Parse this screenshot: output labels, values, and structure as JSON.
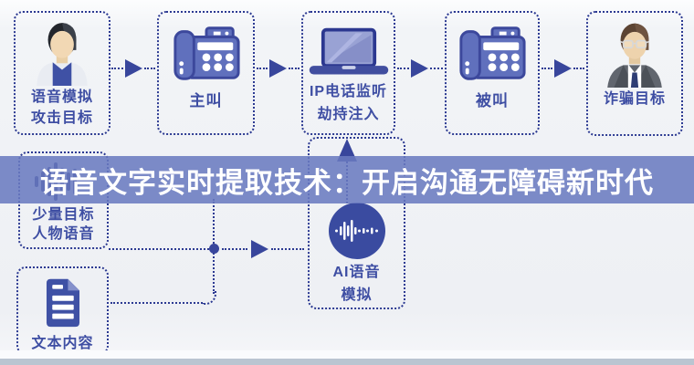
{
  "banner": {
    "text": "语音文字实时提取技术：开启沟通无障碍新时代",
    "bg_color": "#6a7ac0",
    "text_color": "#ffffff"
  },
  "flow": {
    "top_row": [
      {
        "id": "attack-target",
        "icon": "person-victim-icon",
        "label_lines": [
          "语音模拟",
          "攻击目标"
        ]
      },
      {
        "id": "caller",
        "icon": "desk-phone-icon",
        "label_lines": [
          "主叫"
        ]
      },
      {
        "id": "ip-intercept",
        "icon": "laptop-icon",
        "label_lines": [
          "IP电话监听",
          "劫持注入"
        ]
      },
      {
        "id": "callee",
        "icon": "desk-phone-icon",
        "label_lines": [
          "被叫"
        ]
      },
      {
        "id": "fraud-target",
        "icon": "person-businessman-icon",
        "label_lines": [
          "诈骗目标"
        ]
      }
    ],
    "bottom_nodes": [
      {
        "id": "sample-voice",
        "icon": "waveform-icon",
        "label_lines": [
          "少量目标",
          "人物语音"
        ]
      },
      {
        "id": "text-content",
        "icon": "document-icon",
        "label_lines": [
          "文本内容"
        ]
      },
      {
        "id": "ai-voice",
        "icon": "ai-waveform-circle-icon",
        "label_lines": [
          "AI语音",
          "模拟"
        ]
      }
    ],
    "connections": [
      "attack-target -> caller",
      "caller -> ip-intercept",
      "ip-intercept -> callee",
      "callee -> fraud-target",
      "sample-voice -> ai-voice",
      "text-content -> ai-voice",
      "ai-voice -> ip-intercept"
    ]
  },
  "colors": {
    "box_border": "#2c3a92",
    "label_text": "#3e4ea3",
    "icon_primary": "#3f51a5",
    "arrow": "#38469c",
    "background": "#eef0f4",
    "bottom_band": "#bac5d1"
  }
}
